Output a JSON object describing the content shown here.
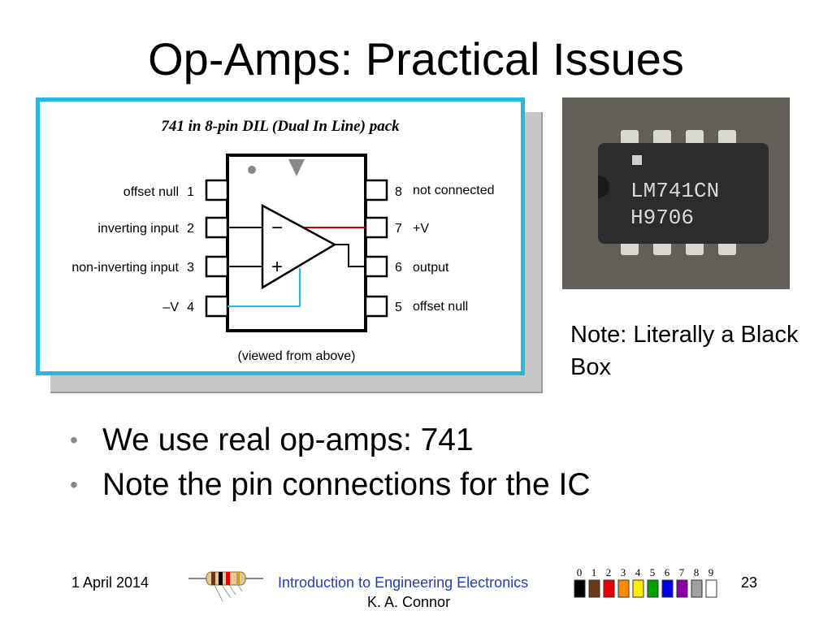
{
  "slide": {
    "title": "Op-Amps: Practical Issues",
    "note": "Note: Literally a Black Box",
    "bullets": [
      "We use real op-amps: 741",
      "Note the pin connections for the IC"
    ]
  },
  "diagram": {
    "caption": "741 in 8-pin DIL (Dual In Line) pack",
    "view_note": "(viewed from above)",
    "left_pins": [
      {
        "num": "1",
        "label": "offset null"
      },
      {
        "num": "2",
        "label": "inverting input"
      },
      {
        "num": "3",
        "label": "non-inverting input"
      },
      {
        "num": "4",
        "label": "–V"
      }
    ],
    "right_pins": [
      {
        "num": "8",
        "label": "not connected"
      },
      {
        "num": "7",
        "label": "+V"
      },
      {
        "num": "6",
        "label": "output"
      },
      {
        "num": "5",
        "label": "offset null"
      }
    ],
    "minus_sign": "−",
    "plus_sign": "+",
    "colors": {
      "frame": "#29b6e0",
      "vplus_wire": "#cc0000",
      "vminus_wire": "#29b6e0"
    }
  },
  "chip_photo": {
    "marking_line1": "LM741CN",
    "marking_line2": "H9706"
  },
  "footer": {
    "date": "1 April 2014",
    "course": "Introduction to Engineering Electronics",
    "author": "K. A. Connor",
    "page": "23",
    "color_code_digits": [
      "0",
      "1",
      "2",
      "3",
      "4",
      "5",
      "6",
      "7",
      "8",
      "9"
    ],
    "color_code_colors": [
      "#000000",
      "#6b3a12",
      "#e60000",
      "#ff8c00",
      "#ffee00",
      "#00a000",
      "#0000e0",
      "#8a00a8",
      "#a0a0a0",
      "#ffffff"
    ]
  }
}
